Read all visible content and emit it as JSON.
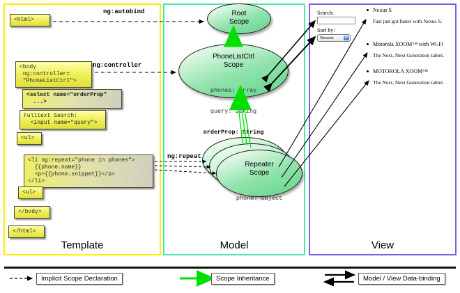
{
  "columns": [
    {
      "id": "template",
      "label": "Template",
      "border_color": "#ffec00"
    },
    {
      "id": "model",
      "label": "Model",
      "border_color": "#4ce8a5"
    },
    {
      "id": "view",
      "label": "View",
      "border_color": "#7a5ce8"
    }
  ],
  "template": {
    "boxes": [
      {
        "name": "html-open-tag",
        "text": "<html>"
      },
      {
        "name": "body-controller-tag",
        "text": "<body\n ng:controller=\n \"PhoneListCtrl\">"
      },
      {
        "name": "select-orderprop-tag",
        "text": "<select name=\"orderProp\"\n  ...>"
      },
      {
        "name": "fulltext-search-input",
        "text": "Fulltext Search:\n  <input name=\"query\">"
      },
      {
        "name": "ul-open-tag",
        "text": "<ul>"
      },
      {
        "name": "li-ngrepeat-block",
        "text": "<li ng:repeat=\"phone in phones\">\n  {{phone.name}}\n  <p>{{phone.snippet}}</p>\n</li>"
      },
      {
        "name": "ul-close-tag",
        "text": "<ul>"
      },
      {
        "name": "body-close-tag",
        "text": "</body>"
      },
      {
        "name": "html-close-tag",
        "text": "</html>"
      }
    ]
  },
  "model": {
    "scopes": [
      {
        "name": "root-scope",
        "title_line1": "Root",
        "title_line2": "Scope",
        "props": []
      },
      {
        "name": "phonelistctrl-scope",
        "title_line1": "PhoneListCtrl",
        "title_line2": "Scope",
        "props": [
          {
            "text": "phones: Array",
            "bold": false
          },
          {
            "text": "query: String",
            "bold": false
          },
          {
            "text": "orderProp: String",
            "bold": true
          }
        ]
      },
      {
        "name": "repeater-scope",
        "title_line1": "Repeater",
        "title_line2": "Scope",
        "props": [
          {
            "text": "phone: Object",
            "bold": false
          }
        ]
      }
    ]
  },
  "view": {
    "search_label": "Search:",
    "search_value": "",
    "sortby_label": "Sort by:",
    "sort_selected": "Newest",
    "dropdown_icon": "select-arrow-icon",
    "phones": [
      {
        "name": "Nexus S",
        "snippet": "Fast just got faster with Nexus S."
      },
      {
        "name": "Motorola XOOM™ with Wi-Fi",
        "snippet": "The Next, Next Generation tablet."
      },
      {
        "name": "MOTOROLA XOOM™",
        "snippet": "The Next, Next Generation tablet."
      }
    ]
  },
  "connectors": [
    {
      "name": "ng-autobind-label",
      "text": "ng:autobind"
    },
    {
      "name": "ng-controller-label",
      "text": "ng:controller"
    },
    {
      "name": "ng-repeat-label",
      "text": "ng:repeat"
    }
  ],
  "legend": [
    {
      "name": "legend-implicit-scope-declaration",
      "label": "Implicit Scope Declaration",
      "marker": "dashed-arrow-icon",
      "color": "#000000"
    },
    {
      "name": "legend-scope-inheritance",
      "label": "Scope Inheritance",
      "marker": "green-arrow-icon",
      "color": "#00e000"
    },
    {
      "name": "legend-model-view-data-binding",
      "label": "Model / View Data-binding",
      "marker": "double-arrow-icon",
      "color": "#000000"
    }
  ]
}
